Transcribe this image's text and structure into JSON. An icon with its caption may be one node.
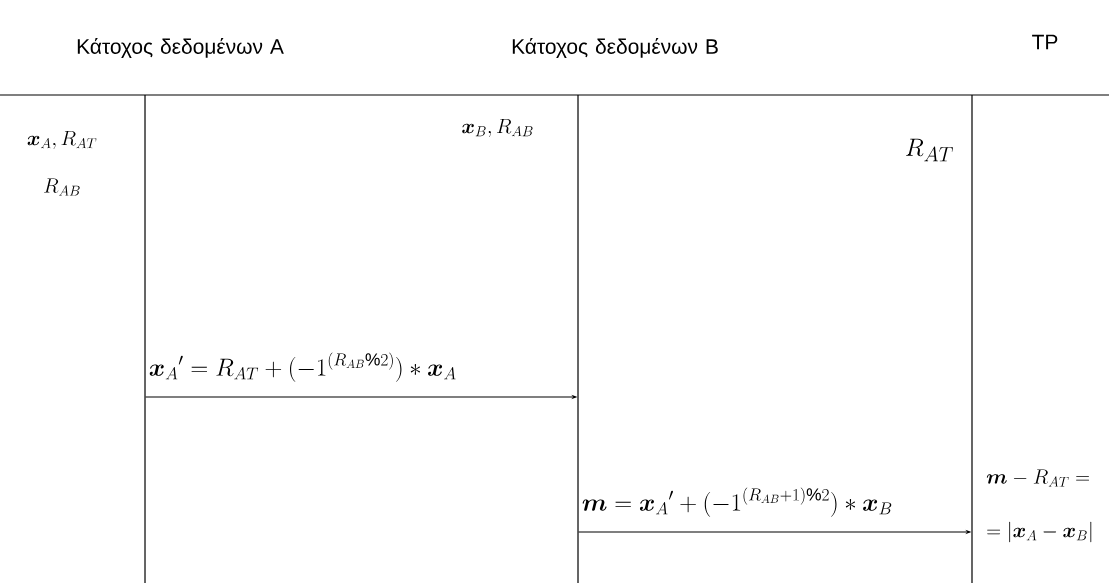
{
  "diagram": {
    "nodes": [
      {
        "text": [
          "Κάτοχος δεδομένων A"
        ]
      },
      {
        "text": [
          "Κάτοχος δεδομένων B"
        ]
      },
      {
        "text": [
          "TP"
        ]
      },
      {
        "text": [],
        "shape": "bar"
      },
      {
        "text": [],
        "shape": "bar"
      },
      {
        "text": [],
        "shape": "bar"
      }
    ],
    "edges": [
      {
        "from": 3,
        "to": 4,
        "arrow": "to",
        "label": "\\boldsymbol{x}_A{}'=R_{AT}+(-1^{(R_{AB}\\%2)})\\ast\\boldsymbol{x}_A"
      },
      {
        "from": 4,
        "to": 5,
        "arrow": "to",
        "label": "\\boldsymbol{m}=\\boldsymbol{x}_A{}'+(-1^{(R_{AB}+1)\\%2})\\ast\\boldsymbol{x}_B"
      }
    ],
    "labels": [
      "\\boldsymbol{x}_A,R_{AT}",
      "R_{AB}",
      "\\boldsymbol{x}_B,R_{AB}",
      "R_{AT}",
      "\\boldsymbol{m}-R_{AT}=",
      "=|\\boldsymbol{x}_A-\\boldsymbol{x}_B|"
    ]
  }
}
